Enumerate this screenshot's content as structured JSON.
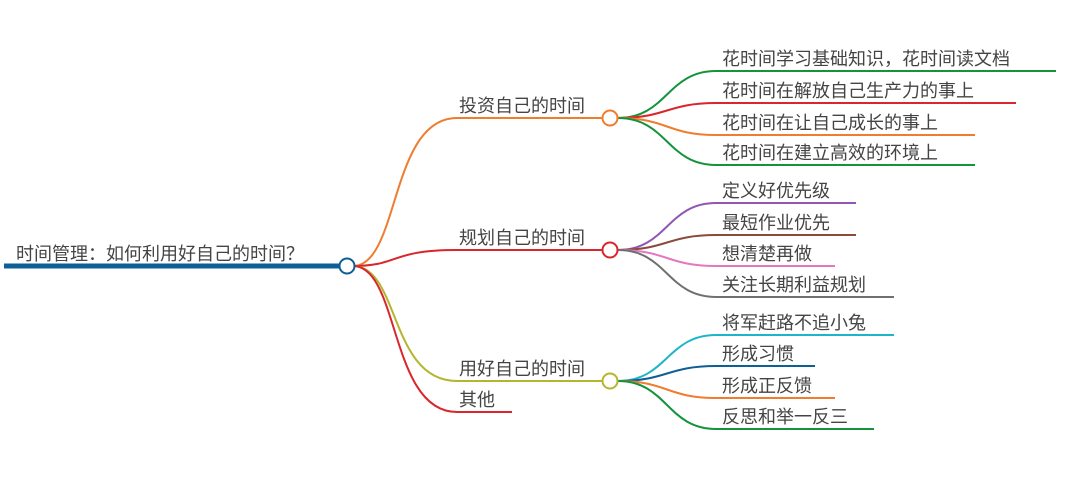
{
  "root": {
    "label": "时间管理：如何利用好自己的时间？",
    "color": "#0e5f96"
  },
  "branches": [
    {
      "label": "投资自己的时间",
      "color": "#f07c2f",
      "children": [
        {
          "label": "花时间学习基础知识，花时间读文档",
          "color": "#15933c"
        },
        {
          "label": "花时间在解放自己生产力的事上",
          "color": "#d9262c"
        },
        {
          "label": "花时间在让自己成长的事上",
          "color": "#f07c2f"
        },
        {
          "label": "花时间在建立高效的环境上",
          "color": "#15933c"
        }
      ]
    },
    {
      "label": "规划自己的时间",
      "color": "#d9262c",
      "children": [
        {
          "label": "定义好优先级",
          "color": "#8f56b3"
        },
        {
          "label": "最短作业优先",
          "color": "#8b4b3c"
        },
        {
          "label": "想清楚再做",
          "color": "#e377c2"
        },
        {
          "label": "关注长期利益规划",
          "color": "#707070"
        }
      ]
    },
    {
      "label": "用好自己的时间",
      "color": "#b5b530",
      "children": [
        {
          "label": "将军赶路不追小兔",
          "color": "#1fb5c9"
        },
        {
          "label": "形成习惯",
          "color": "#0e5f96"
        },
        {
          "label": "形成正反馈",
          "color": "#f07c2f"
        },
        {
          "label": "反思和举一反三",
          "color": "#15933c"
        }
      ]
    },
    {
      "label": "其他",
      "color": "#d9262c",
      "children": []
    }
  ]
}
